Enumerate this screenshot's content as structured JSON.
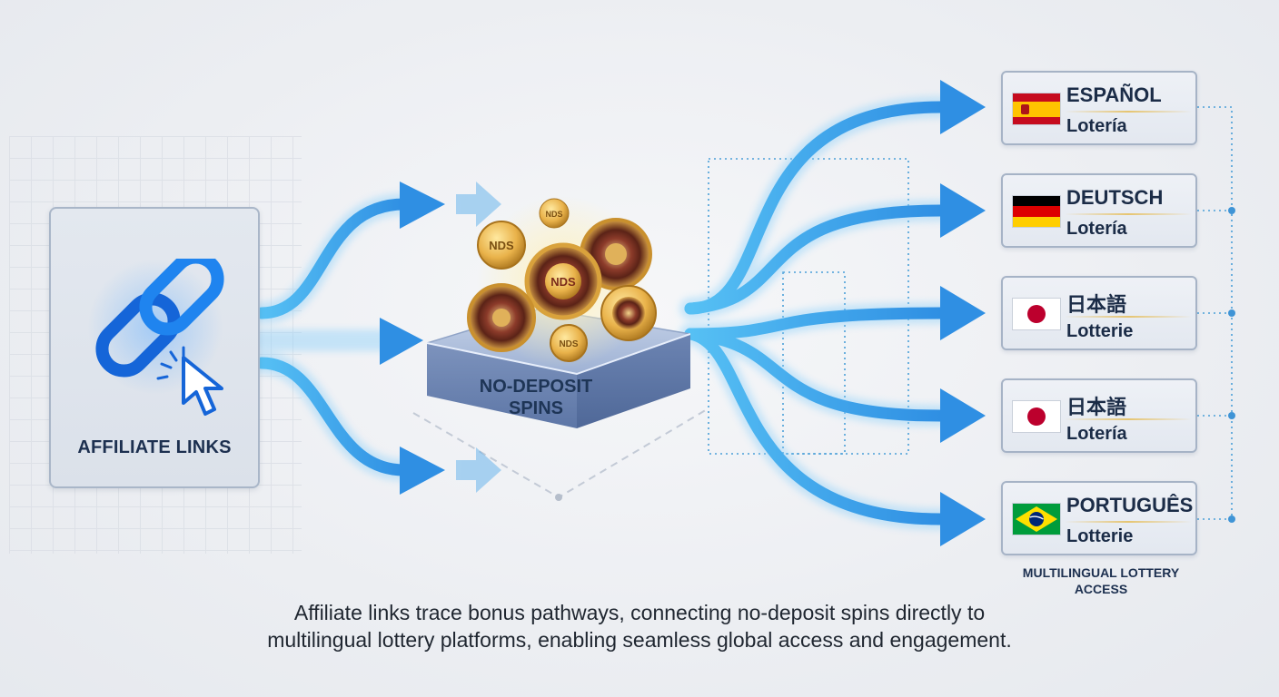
{
  "source": {
    "label": "AFFILIATE LINKS",
    "icon": "chain-link-icon",
    "cursor_icon": "cursor-click-icon"
  },
  "hub": {
    "label_line1": "NO-DEPOSIT",
    "label_line2": "SPINS",
    "coin_text": "NDS"
  },
  "languages": [
    {
      "name": "ESPAÑOL",
      "sub": "Lotería",
      "flag": "spain"
    },
    {
      "name": "DEUTSCH",
      "sub": "Lotería",
      "flag": "germany"
    },
    {
      "name": "日本語",
      "sub": "Lotterie",
      "flag": "japan"
    },
    {
      "name": "日本語",
      "sub": "Lotería",
      "flag": "japan"
    },
    {
      "name": "PORTUGUÊS",
      "sub": "Lotterie",
      "flag": "brazil"
    }
  ],
  "footer_tag_line1": "MULTILINGUAL LOTTERY",
  "footer_tag_line2": "ACCESS",
  "caption_line1": "Affiliate links trace bonus pathways, connecting no-deposit spins directly to",
  "caption_line2": "multilingual lottery platforms, enabling seamless global access and engagement.",
  "colors": {
    "flow": "#3aa6ee",
    "flow_dark": "#1f7fd6",
    "card_border": "#a6b3c6",
    "text": "#1b2c47"
  }
}
